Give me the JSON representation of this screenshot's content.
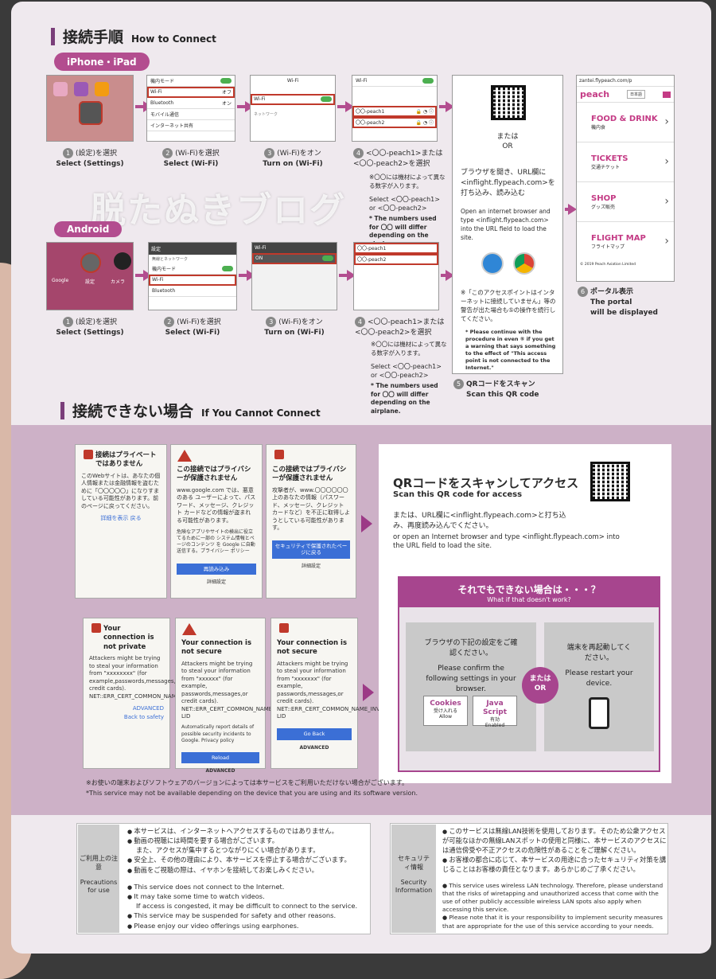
{
  "how_to_connect": {
    "title_ja": "接続手順",
    "title_en": "How to Connect"
  },
  "iphone_label": "iPhone・iPad",
  "android_label": "Android",
  "watermark": "脱たぬきブログ",
  "ios_screens": {
    "settings_rows": [
      "機内モード",
      "Wi-Fi",
      "Bluetooth",
      "モバイル通信",
      "インターネット共有"
    ],
    "wifi_header": "Wi-Fi",
    "wifi_label": "Wi-Fi",
    "network_header": "ネットワーク",
    "peach1": "〇〇-peach1",
    "peach2": "〇〇-peach2",
    "wifi_off_hint": "オフ",
    "bt_hint": "オン"
  },
  "android_screens": {
    "settings_title": "設定",
    "net_header": "無線とネットワーク",
    "airplane": "機内モード",
    "wifi": "Wi-Fi",
    "bluetooth": "Bluetooth",
    "wifi_title": "Wi-Fi",
    "on": "ON",
    "peach1": "〇〇-peach1",
    "peach2": "〇〇-peach2",
    "home_labels": [
      "Google",
      "設定",
      "カメラ"
    ]
  },
  "steps_ios": [
    {
      "num": "1",
      "ja": "(設定)を選択",
      "en": "Select (Settings)"
    },
    {
      "num": "2",
      "ja": "(Wi-Fi)を選択",
      "en": "Select (Wi-Fi)"
    },
    {
      "num": "3",
      "ja": "(Wi-Fi)をオン",
      "en": "Turn on (Wi-Fi)"
    },
    {
      "num": "4",
      "ja": "<〇〇-peach1>または<〇〇-peach2>を選択"
    }
  ],
  "steps_android": [
    {
      "num": "1",
      "ja": "(設定)を選択",
      "en": "Select (Settings)"
    },
    {
      "num": "2",
      "ja": "(Wi-Fi)を選択",
      "en": "Select (Wi-Fi)"
    },
    {
      "num": "3",
      "ja": "(Wi-Fi)をオン",
      "en": "Turn on (Wi-Fi)"
    },
    {
      "num": "4",
      "ja": "<〇〇-peach1>または<〇〇-peach2>を選択"
    }
  ],
  "step4_note_ja": "※〇〇には機材によって異なる数字が入ります。",
  "step4_select_en": "Select <〇〇-peach1> or <〇〇-peach2>",
  "step4_note_en": "* The numbers used for 〇〇 will differ depending on the airplane.",
  "qr_step": {
    "or_ja": "または",
    "or_en": "OR",
    "browser_ja": "ブラウザを開き、URL欄に<inflight.flypeach.com>を打ち込み、読み込む",
    "browser_en": "Open an internet browser and type <inflight.flypeach.com> into the URL field to load the site.",
    "warning_ja": "※「このアクセスポイントはインターネットに接続していません」等の警告が出た場合も⑤の操作を続行してください。",
    "warning_en": "* Please continue with the procedure in even ⑤ if you get a warning that says something to the effect of \"This access point is not connected to the Internet.\"",
    "num": "5",
    "label_ja": "QRコードをスキャン",
    "label_en": "Scan this QR code"
  },
  "portal": {
    "url": "zantei.flypeach.com/p",
    "logo": "peach",
    "lang": "日本語",
    "items": [
      {
        "en": "FOOD & DRINK",
        "ja": "機内食"
      },
      {
        "en": "TICKETS",
        "ja": "交通チケット"
      },
      {
        "en": "SHOP",
        "ja": "グッズ販売"
      },
      {
        "en": "FLIGHT MAP",
        "ja": "フライトマップ"
      }
    ],
    "copyright": "© 2019 Peach Aviation Limited",
    "num": "6",
    "label_ja": "ポータル表示",
    "label_en1": "The portal",
    "label_en2": "will be displayed"
  },
  "cannot_connect": {
    "title_ja": "接続できない場合",
    "title_en": "If You Cannot Connect"
  },
  "warnings_ja": [
    {
      "title": "接続はプライベートではありません",
      "body": "このWebサイトは、あなたの個人情報または金融情報を盗むために「〇〇〇〇〇」になりすましている可能性があります。前のページに戻ってください。",
      "links": "詳細を表示    戻る"
    },
    {
      "title": "この接続ではプライバシーが保護されません",
      "body": "www.google.com では、悪意のある ユーザーによって、パスワード、メッセージ、クレジット カードなどの情報が盗まれる可能性があります。",
      "check": "危険なアプリやサイトの検出に役立てるために一部の システム情報とページのコンテンツ を Google に自動送信する。プライバシー ポリシー",
      "btn": "再読み込み",
      "links": "詳細設定"
    },
    {
      "title": "この接続ではプライバシーが保護されません",
      "body": "攻撃者が、www.〇〇〇〇〇〇 上のあなたの情報（パスワード、メッセージ、クレジット カードなど）を不正に取得しようとしている可能性があります。",
      "btn": "セキュリティで保護されたページに戻る",
      "links": "詳細設定"
    }
  ],
  "warnings_en": [
    {
      "title": "Your connection is not private",
      "body": "Attackers might be trying to steal your information from \"xxxxxxxx\" (for example,passwords,messages,or credit cards). NET::ERR_CERT_COMMON_NAM",
      "links1": "ADVANCED",
      "links2": "Back to safety"
    },
    {
      "title": "Your connection is not secure",
      "body": "Attackers might be trying to steal your information from \"xxxxxx\" (for example, passwords,messages,or credit cards). NET::ERR_CERT_COMMON_NAME_INVA LID",
      "check": "Automatically report details of possible security incidents to Google. Privacy policy",
      "btn": "Reload",
      "links": "ADVANCED"
    },
    {
      "title": "Your connection is not secure",
      "body": "Attackers might be trying to steal your information from \"xxxxxxx\" (for example, passwords,messages,or credit cards). NET::ERR_CERT_COMMON_NAME_INVA LID",
      "btn": "Go Back",
      "links": "ADVANCED"
    }
  ],
  "qr_access": {
    "title_ja": "QRコードをスキャンしてアクセス",
    "title_en": "Scan this QR code for access",
    "body_ja": "または、URL欄に<inflight.flypeach.com>と打ち込み、再度読み込んでください。",
    "body_en": "or open an Internet browser and type <inflight.flypeach.com> into the URL field to load the site."
  },
  "if_not": {
    "title_ja": "それでもできない場合は・・・？",
    "title_en": "What if that doesn't work?",
    "left_ja": "ブラウザの下記の設定をご確認ください。",
    "left_en": "Please confirm the following settings in your browser.",
    "cookies": "Cookies",
    "cookies_ja": "受け入れる",
    "cookies_en": "Allow",
    "js": "Java Script",
    "js_ja": "有効",
    "js_en": "Enabled",
    "or_ja": "または",
    "or_en": "OR",
    "right_ja": "端末を再起動してください。",
    "right_en": "Please restart your device."
  },
  "footnote_ja": "※お使いの端末およびソフトウェアのバージョンによっては本サービスをご利用いただけない場合がございます。",
  "footnote_en": "*This service may not be available depending on the device that you are using and its software version.",
  "precautions": {
    "label_ja": "ご利用上の注意",
    "label_en": "Precautions for use",
    "ja": [
      "本サービスは、インターネットへアクセスするものではありません。",
      "動画の視聴には時間を要する場合がございます。",
      "また、アクセスが集中するとつながりにくい場合があります。",
      "安全上、その他の理由により、本サービスを停止する場合がございます。",
      "動画をご視聴の際は、イヤホンを接続してお楽しみください。"
    ],
    "en": [
      "This service does not connect to the Internet.",
      "It may take some time to watch videos.",
      "If access is congested, it may be difficult to connect to the service.",
      "This service may be suspended for safety and other reasons.",
      "Please enjoy our video offerings using earphones."
    ]
  },
  "security": {
    "label_ja": "セキュリティ情報",
    "label_en": "Security Information",
    "ja": [
      "このサービスは無線LAN技術を使用しております。そのため公衆アクセスが可能なほかの無線LANスポットの使用と同様に、本サービスのアクセスには通信傍受や不正アクセスの危険性があることをご理解ください。",
      "お客様の都合に応じて、本サービスの用途に合ったセキュリティ対策を講じることはお客様の責任となります。あらかじめご了承ください。"
    ],
    "en": [
      "This service uses wireless LAN technology. Therefore, please understand that the risks of wiretapping and unauthorized access that come with the use of other publicly accessible wireless LAN spots also apply when accessing this service.",
      "Please note that it is your responsibility to implement security measures that are appropriate for the use of this service according to your needs."
    ]
  }
}
